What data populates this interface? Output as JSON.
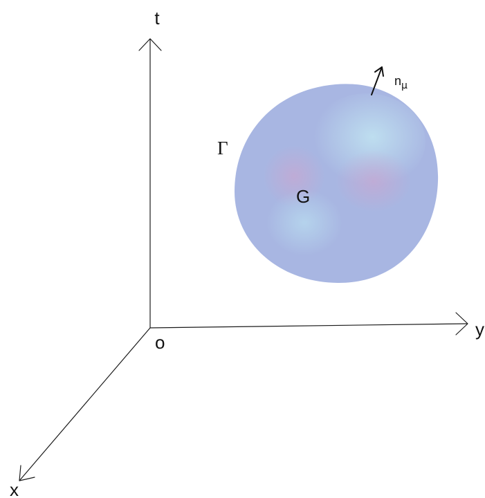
{
  "axes": {
    "t_label": "t",
    "y_label": "y",
    "x_label": "x",
    "origin_label": "o"
  },
  "region": {
    "interior_label": "G",
    "boundary_label": "Γ",
    "normal_label": "n",
    "normal_subscript": "μ",
    "fill_color": "#a8b6e2"
  },
  "colors": {
    "axis": "#1a1a1a",
    "text": "#111111"
  }
}
